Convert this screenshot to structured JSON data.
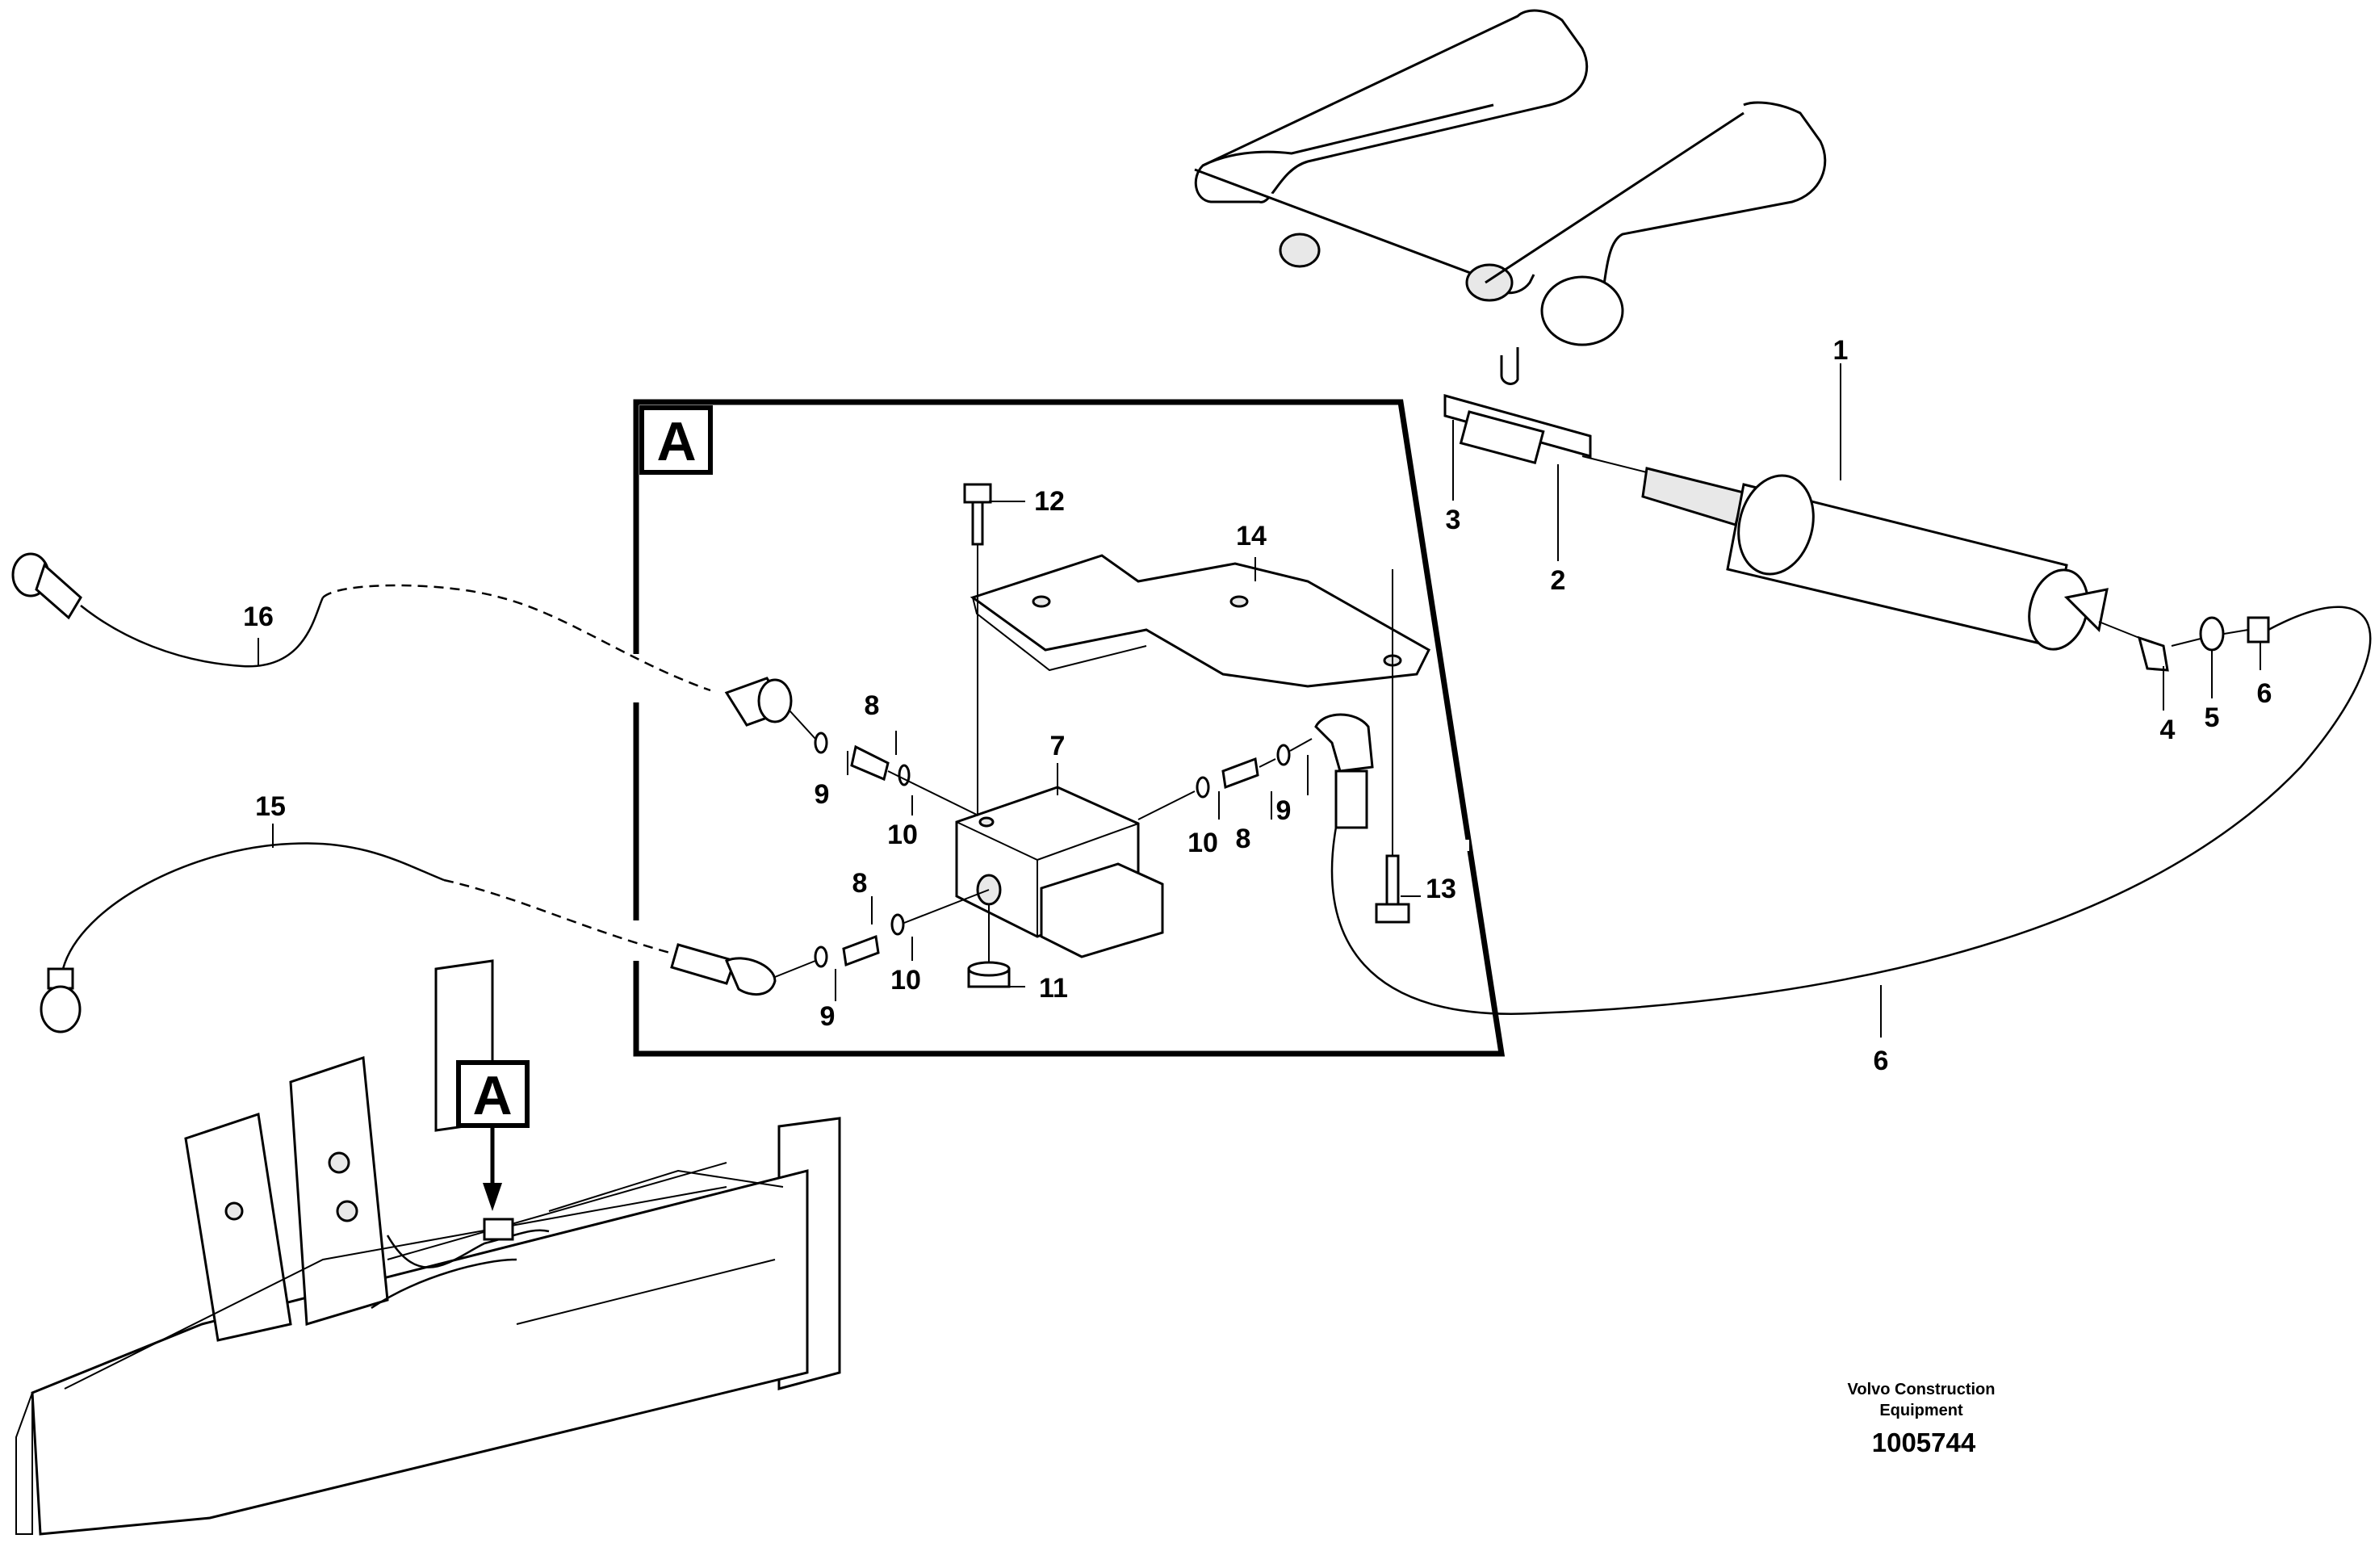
{
  "diagram": {
    "detail_label": "A",
    "frame_label": "A",
    "callouts": {
      "c1": "1",
      "c2": "2",
      "c3": "3",
      "c4": "4",
      "c5": "5",
      "c6a": "6",
      "c6b": "6",
      "c7": "7",
      "c8a": "8",
      "c8b": "8",
      "c8c": "8",
      "c9a": "9",
      "c9b": "9",
      "c9c": "9",
      "c10a": "10",
      "c10b": "10",
      "c10c": "10",
      "c11": "11",
      "c12": "12",
      "c13": "13",
      "c14": "14",
      "c15": "15",
      "c16": "16"
    },
    "credit_line1": "Volvo Construction",
    "credit_line2": "Equipment",
    "doc_number": "1005744"
  }
}
